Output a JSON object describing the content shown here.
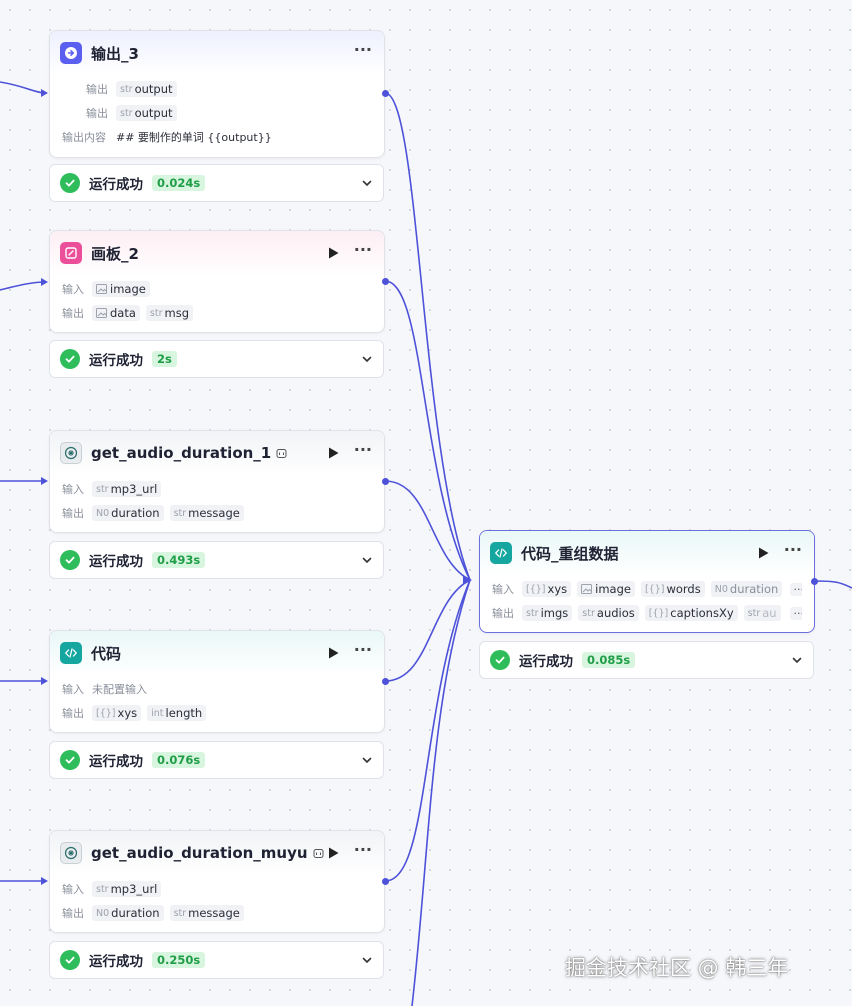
{
  "nodes": {
    "output3": {
      "title": "输出_3",
      "rows": [
        {
          "label": "输出",
          "type": "str",
          "name": "output"
        },
        {
          "label": "输出",
          "type": "str",
          "name": "output"
        }
      ],
      "content_label": "输出内容",
      "content_value": "## 要制作的单词 {{output}}",
      "status": "运行成功",
      "time": "0.024s"
    },
    "canvas2": {
      "title": "画板_2",
      "input_label": "输入",
      "input_name": "image",
      "output_label": "输出",
      "output_items": [
        {
          "type": "",
          "name": "data"
        },
        {
          "type": "str",
          "name": "msg"
        }
      ],
      "status": "运行成功",
      "time": "2s"
    },
    "audio1": {
      "title": "get_audio_duration_1",
      "input_label": "输入",
      "input_type": "str",
      "input_name": "mp3_url",
      "output_label": "输出",
      "output_items": [
        {
          "type": "N0",
          "name": "duration"
        },
        {
          "type": "str",
          "name": "message"
        }
      ],
      "status": "运行成功",
      "time": "0.493s"
    },
    "code": {
      "title": "代码",
      "input_label": "输入",
      "input_value": "未配置输入",
      "output_label": "输出",
      "output_items": [
        {
          "type": "[{}]",
          "name": "xys"
        },
        {
          "type": "int",
          "name": "length"
        }
      ],
      "status": "运行成功",
      "time": "0.076s"
    },
    "audio_muyu": {
      "title": "get_audio_duration_muyu",
      "input_label": "输入",
      "input_type": "str",
      "input_name": "mp3_url",
      "output_label": "输出",
      "output_items": [
        {
          "type": "N0",
          "name": "duration"
        },
        {
          "type": "str",
          "name": "message"
        }
      ],
      "status": "运行成功",
      "time": "0.250s"
    },
    "regroup": {
      "title": "代码_重组数据",
      "input_label": "输入",
      "input_items": [
        {
          "type": "[{}]",
          "name": "xys"
        },
        {
          "type": "",
          "name": "image"
        },
        {
          "type": "[{}]",
          "name": "words"
        },
        {
          "type": "N0",
          "name": "duration"
        }
      ],
      "output_label": "输出",
      "output_items": [
        {
          "type": "str",
          "name": "imgs"
        },
        {
          "type": "str",
          "name": "audios"
        },
        {
          "type": "[{}]",
          "name": "captionsXy"
        },
        {
          "type": "str",
          "name": "au"
        }
      ],
      "more": "···",
      "status": "运行成功",
      "time": "0.085s"
    }
  },
  "watermark": "掘金技术社区 @ 韩三年",
  "colors": {
    "edge": "#4d52d9",
    "success": "#2ebd5a",
    "selected_border": "#6b6fe0"
  }
}
